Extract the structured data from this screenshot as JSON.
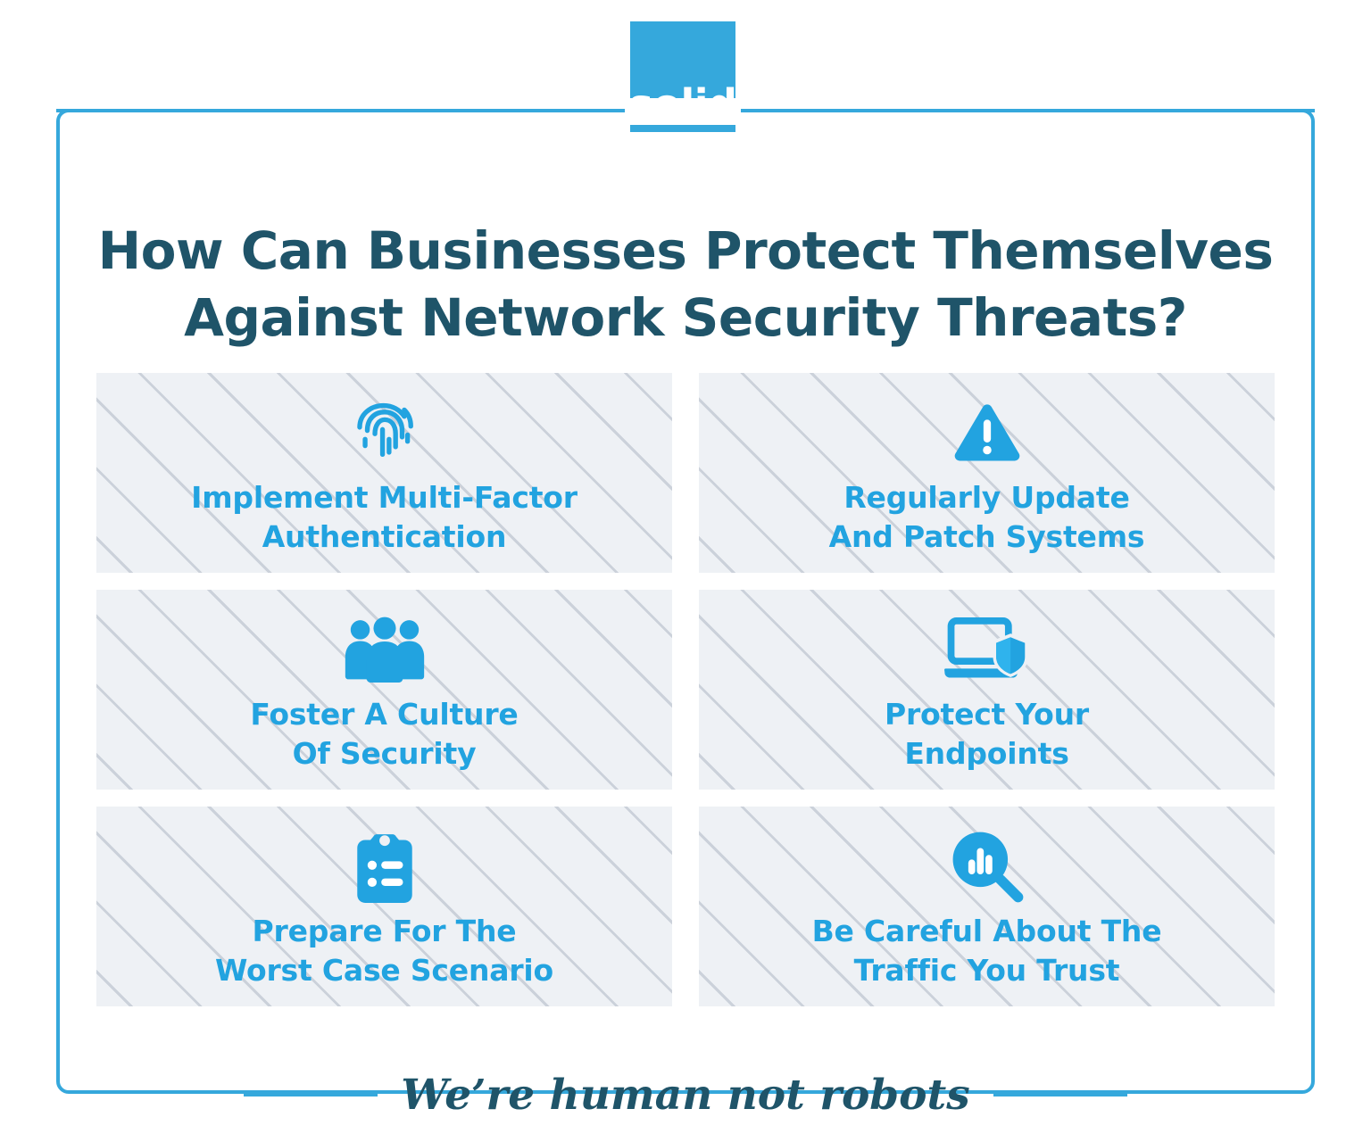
{
  "brand": {
    "logo_text": "solid",
    "logo_color": "#35a8dc",
    "frame_color": "#35a8dc"
  },
  "heading": {
    "line1": "How Can Businesses Protect Themselves",
    "line2": "Against Network Security Threats?",
    "color": "#1f5469"
  },
  "cards": [
    {
      "icon": "fingerprint-icon",
      "label_line1": "Implement Multi-Factor",
      "label_line2": "Authentication"
    },
    {
      "icon": "warning-triangle-icon",
      "label_line1": "Regularly Update",
      "label_line2": "And Patch Systems"
    },
    {
      "icon": "people-group-icon",
      "label_line1": "Foster A Culture",
      "label_line2": "Of Security"
    },
    {
      "icon": "laptop-shield-icon",
      "label_line1": "Protect Your",
      "label_line2": "Endpoints"
    },
    {
      "icon": "clipboard-checklist-icon",
      "label_line1": "Prepare For The",
      "label_line2": "Worst Case Scenario"
    },
    {
      "icon": "magnifier-chart-icon",
      "label_line1": "Be Careful About The",
      "label_line2": "Traffic You Trust"
    }
  ],
  "card_label_color": "#22a3e0",
  "card_bg_color": "#eef1f5",
  "icon_color": "#22a3e0",
  "footer": {
    "tagline": "We’re human not robots",
    "color": "#1f5469"
  }
}
